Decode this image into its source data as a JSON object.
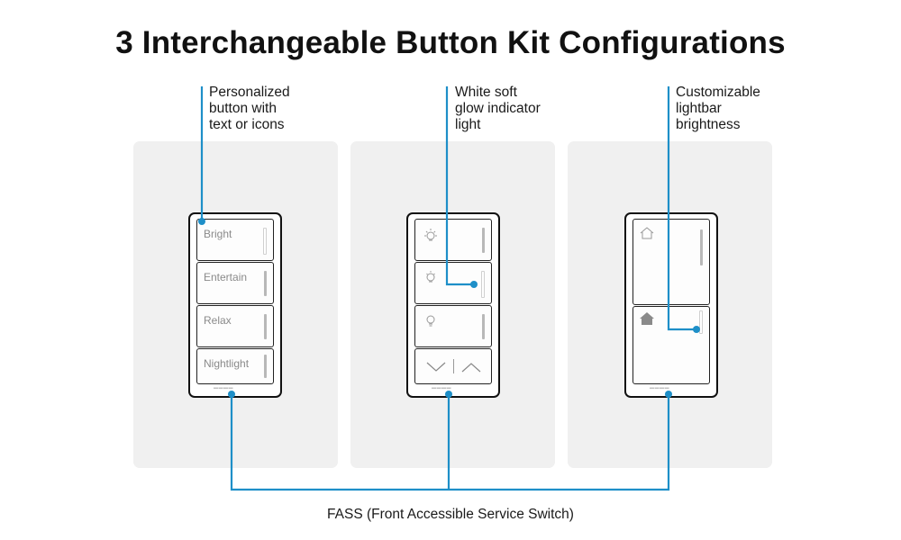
{
  "title": "3 Interchangeable Button Kit Configurations",
  "callouts": {
    "left": [
      "Personalized",
      "button with",
      "text or icons"
    ],
    "middle": [
      "White soft",
      "glow indicator",
      "light"
    ],
    "right": [
      "Customizable",
      "lightbar",
      "brightness"
    ]
  },
  "keypad_left": {
    "buttons": [
      "Bright",
      "Entertain",
      "Relax",
      "Nightlight"
    ]
  },
  "keypad_middle": {
    "icons": [
      "lightbulb-bright-icon",
      "lightbulb-medium-icon",
      "lightbulb-off-icon",
      "chevron-down-icon",
      "chevron-up-icon"
    ]
  },
  "keypad_right": {
    "icons": [
      "house-outline-icon",
      "house-filled-icon"
    ]
  },
  "footer": "FASS (Front Accessible Service Switch)",
  "colors": {
    "callout_line": "#1e8fc8",
    "plate": "#f0f0f0",
    "outline": "#111111"
  }
}
